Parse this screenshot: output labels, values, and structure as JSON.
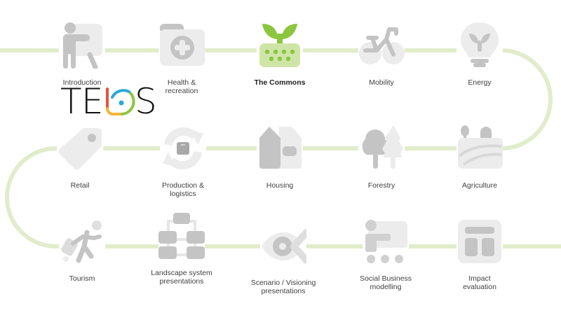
{
  "diagram": {
    "colors": {
      "path": "#e2eccb",
      "icon_light": "#ececec",
      "icon_dark": "#c4c4c4",
      "accent_green": "#8cc63f",
      "accent_green_light": "#cfe5a8",
      "label": "#404040"
    },
    "logo": {
      "text": "TELOS",
      "letters": [
        "T",
        "E",
        "S"
      ],
      "colors": {
        "l_bar": "#e8533a",
        "o_blue": "#2aa8d8",
        "o_green": "#8cc63f",
        "o_yellow": "#f5b335"
      }
    },
    "rows": [
      {
        "nodes": [
          {
            "id": "introduction",
            "label": "Introduction",
            "icon": "presenter-icon"
          },
          {
            "id": "health",
            "label": "Health &\nrecreation",
            "icon": "medical-folder-icon"
          },
          {
            "id": "commons",
            "label": "The Commons",
            "icon": "sprout-icon",
            "active": true
          },
          {
            "id": "mobility",
            "label": "Mobility",
            "icon": "bicycle-icon"
          },
          {
            "id": "energy",
            "label": "Energy",
            "icon": "lightbulb-icon"
          }
        ]
      },
      {
        "nodes": [
          {
            "id": "retail",
            "label": "Retail",
            "icon": "price-tag-icon"
          },
          {
            "id": "production",
            "label": "Production &\nlogistics",
            "icon": "recycle-box-icon"
          },
          {
            "id": "housing",
            "label": "Housing",
            "icon": "house-icon"
          },
          {
            "id": "forestry",
            "label": "Forestry",
            "icon": "trees-icon"
          },
          {
            "id": "agriculture",
            "label": "Agriculture",
            "icon": "farm-field-icon"
          }
        ]
      },
      {
        "nodes": [
          {
            "id": "tourism",
            "label": "Tourism",
            "icon": "traveler-icon"
          },
          {
            "id": "landscape",
            "label": "Landscape system\npresentations",
            "icon": "flowchart-icon"
          },
          {
            "id": "scenario",
            "label": "Scenario / Visioning\npresentations",
            "icon": "eye-arrow-icon"
          },
          {
            "id": "social",
            "label": "Social Business modelling",
            "icon": "board-meeting-icon"
          },
          {
            "id": "impact",
            "label": "Impact\nevaluation",
            "icon": "layout-icon"
          }
        ]
      }
    ]
  }
}
